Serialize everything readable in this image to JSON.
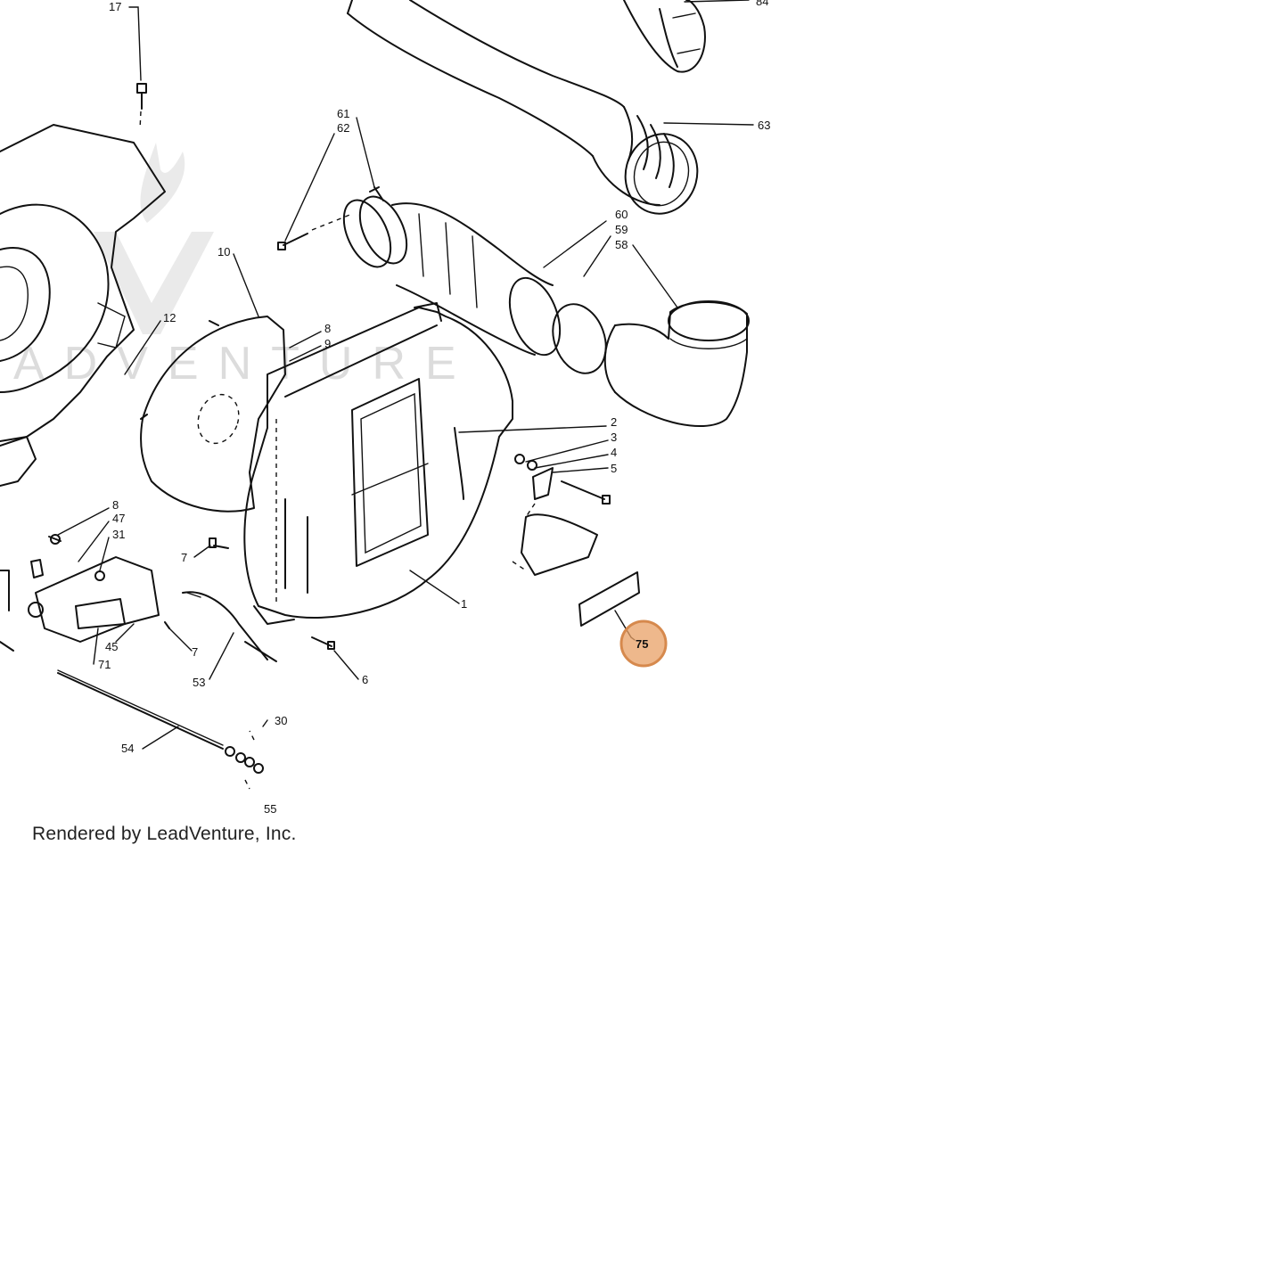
{
  "diagram": {
    "watermark_text": "ADVENTURE",
    "credit": "Rendered by LeadVenture, Inc.",
    "highlight_color": "#e8a066",
    "highlighted_part": "75",
    "callouts": [
      "17",
      "84",
      "61",
      "62",
      "63",
      "60",
      "59",
      "58",
      "10",
      "8",
      "9",
      "12",
      "1",
      "2",
      "3",
      "4",
      "5",
      "8",
      "47",
      "31",
      "7",
      "45",
      "71",
      "7",
      "53",
      "6",
      "30",
      "54",
      "55",
      "75"
    ]
  }
}
